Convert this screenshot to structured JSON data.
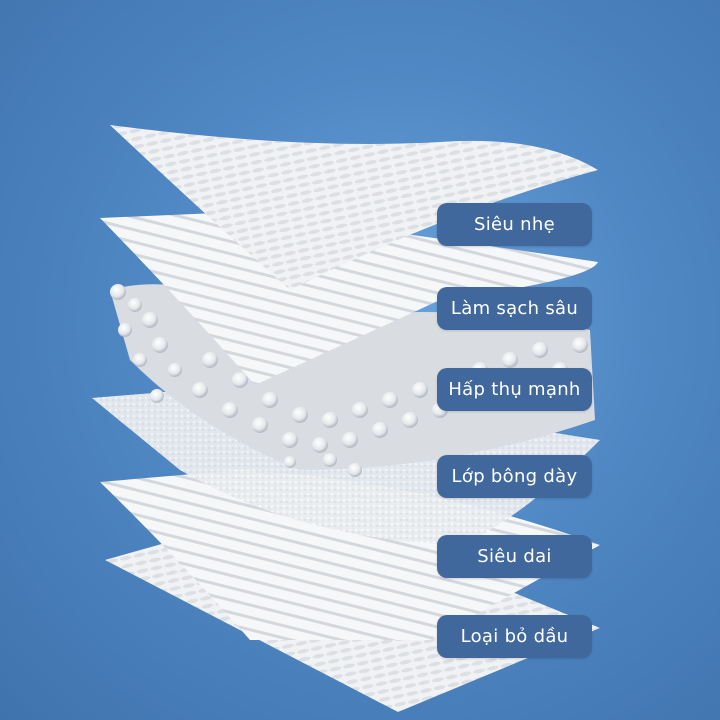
{
  "image": {
    "description": "Exploded view of layered white wet-wipe / tissue material on blue background",
    "background_color": "#4f88c4",
    "label_color": "#41689c",
    "label_text_color": "#ffffff"
  },
  "layers": [
    {
      "name": "top-embossed-sheet",
      "label": "Siêu nhẹ"
    },
    {
      "name": "ribbed-sheet-top",
      "label": "Làm sạch sâu"
    },
    {
      "name": "absorbent-beads",
      "label": "Hấp thụ mạnh"
    },
    {
      "name": "cotton-fiber-layer",
      "label": "Lớp bông dày"
    },
    {
      "name": "ribbed-sheet-bottom",
      "label": "Siêu dai"
    },
    {
      "name": "bottom-embossed-sheet",
      "label": "Loại bỏ dầu"
    }
  ]
}
